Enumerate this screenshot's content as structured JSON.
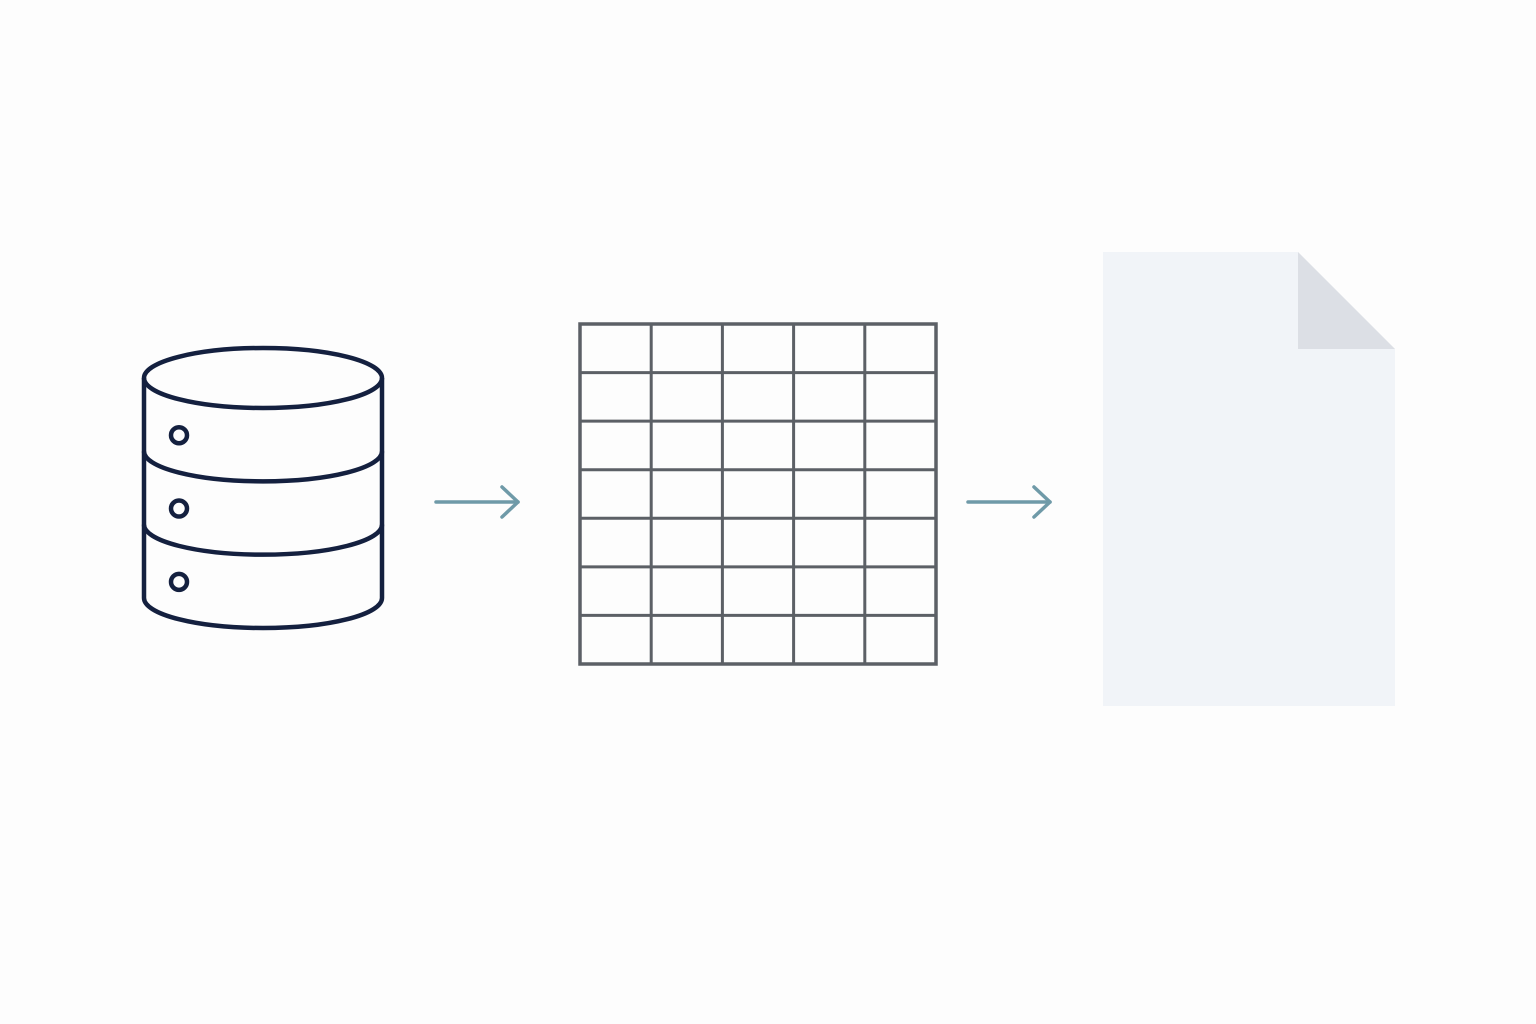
{
  "colors": {
    "background": "#fdfdfd",
    "database_stroke": "#14203f",
    "arrow_stroke": "#6f9aa8",
    "grid_stroke": "#5c6066",
    "document_fill": "#f1f4f8",
    "document_fold": "#dcdfe5"
  },
  "diagram": {
    "nodes": [
      {
        "id": "database",
        "icon": "database-icon",
        "disks": 3
      },
      {
        "id": "grid",
        "icon": "table-grid-icon",
        "rows": 7,
        "columns": 5
      },
      {
        "id": "document",
        "icon": "blank-document-icon"
      }
    ],
    "edges": [
      {
        "from": "database",
        "to": "grid",
        "icon": "arrow-right-icon"
      },
      {
        "from": "grid",
        "to": "document",
        "icon": "arrow-right-icon"
      }
    ]
  }
}
